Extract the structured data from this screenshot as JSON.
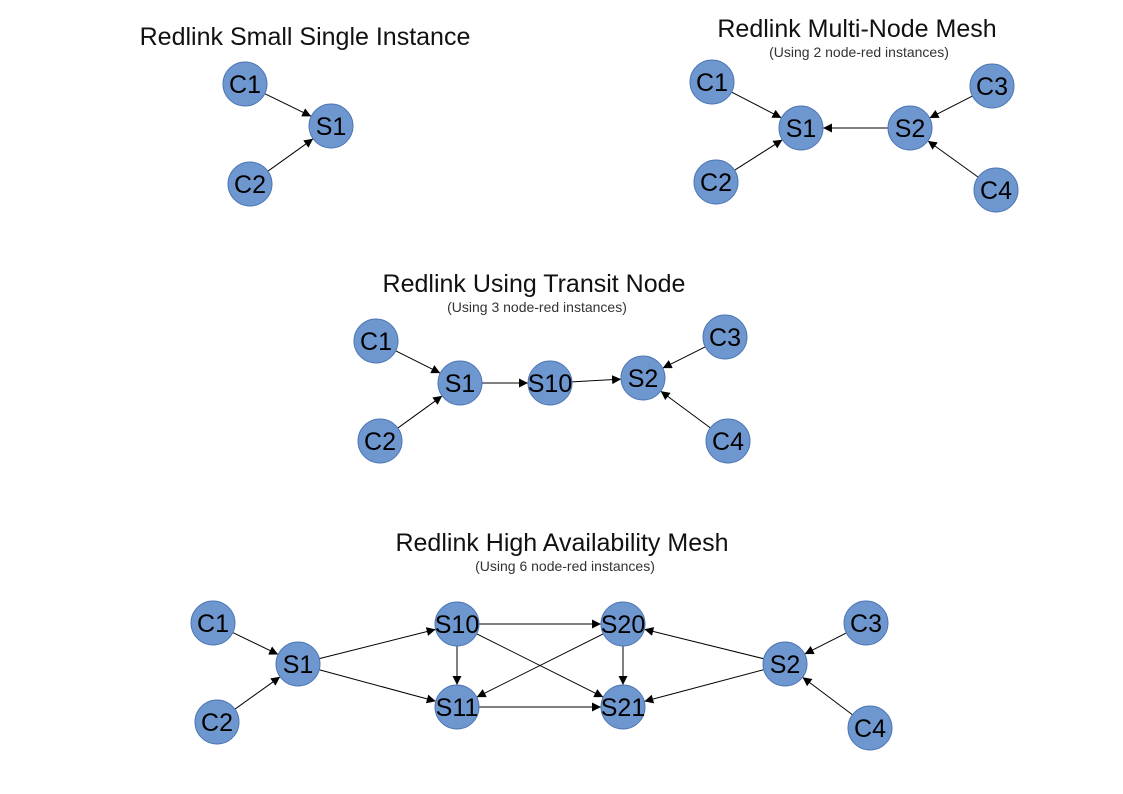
{
  "colors": {
    "node_fill": "#6F97CF",
    "node_stroke": "#4D77B5",
    "edge": "#000000"
  },
  "diagrams": [
    {
      "id": "small",
      "title": "Redlink Small Single Instance",
      "subtitle": "",
      "nodes": [
        {
          "id": "c1",
          "label": "C1"
        },
        {
          "id": "c2",
          "label": "C2"
        },
        {
          "id": "s1",
          "label": "S1"
        }
      ],
      "edges": [
        [
          "c1",
          "s1"
        ],
        [
          "c2",
          "s1"
        ]
      ]
    },
    {
      "id": "multi",
      "title": "Redlink Multi-Node Mesh",
      "subtitle": "(Using 2 node-red instances)",
      "nodes": [
        {
          "id": "c1",
          "label": "C1"
        },
        {
          "id": "c2",
          "label": "C2"
        },
        {
          "id": "s1",
          "label": "S1"
        },
        {
          "id": "s2",
          "label": "S2"
        },
        {
          "id": "c3",
          "label": "C3"
        },
        {
          "id": "c4",
          "label": "C4"
        }
      ],
      "edges": [
        [
          "c1",
          "s1"
        ],
        [
          "c2",
          "s1"
        ],
        [
          "s2",
          "s1"
        ],
        [
          "c3",
          "s2"
        ],
        [
          "c4",
          "s2"
        ]
      ]
    },
    {
      "id": "transit",
      "title": "Redlink Using Transit Node",
      "subtitle": "(Using 3 node-red instances)",
      "nodes": [
        {
          "id": "c1",
          "label": "C1"
        },
        {
          "id": "c2",
          "label": "C2"
        },
        {
          "id": "s1",
          "label": "S1"
        },
        {
          "id": "s10",
          "label": "S10"
        },
        {
          "id": "s2",
          "label": "S2"
        },
        {
          "id": "c3",
          "label": "C3"
        },
        {
          "id": "c4",
          "label": "C4"
        }
      ],
      "edges": [
        [
          "c1",
          "s1"
        ],
        [
          "c2",
          "s1"
        ],
        [
          "s1",
          "s10"
        ],
        [
          "s10",
          "s2"
        ],
        [
          "c3",
          "s2"
        ],
        [
          "c4",
          "s2"
        ]
      ]
    },
    {
      "id": "ha",
      "title": "Redlink High Availability Mesh",
      "subtitle": "(Using 6 node-red instances)",
      "nodes": [
        {
          "id": "c1",
          "label": "C1"
        },
        {
          "id": "c2",
          "label": "C2"
        },
        {
          "id": "s1",
          "label": "S1"
        },
        {
          "id": "s10",
          "label": "S10"
        },
        {
          "id": "s11",
          "label": "S11"
        },
        {
          "id": "s20",
          "label": "S20"
        },
        {
          "id": "s21",
          "label": "S21"
        },
        {
          "id": "s2",
          "label": "S2"
        },
        {
          "id": "c3",
          "label": "C3"
        },
        {
          "id": "c4",
          "label": "C4"
        }
      ],
      "edges": [
        [
          "c1",
          "s1"
        ],
        [
          "c2",
          "s1"
        ],
        [
          "s1",
          "s10"
        ],
        [
          "s1",
          "s11"
        ],
        [
          "s10",
          "s20"
        ],
        [
          "s10",
          "s11"
        ],
        [
          "s10",
          "s21"
        ],
        [
          "s20",
          "s11"
        ],
        [
          "s20",
          "s21"
        ],
        [
          "s11",
          "s21"
        ],
        [
          "s2",
          "s20"
        ],
        [
          "s2",
          "s21"
        ],
        [
          "c3",
          "s2"
        ],
        [
          "c4",
          "s2"
        ]
      ]
    }
  ]
}
